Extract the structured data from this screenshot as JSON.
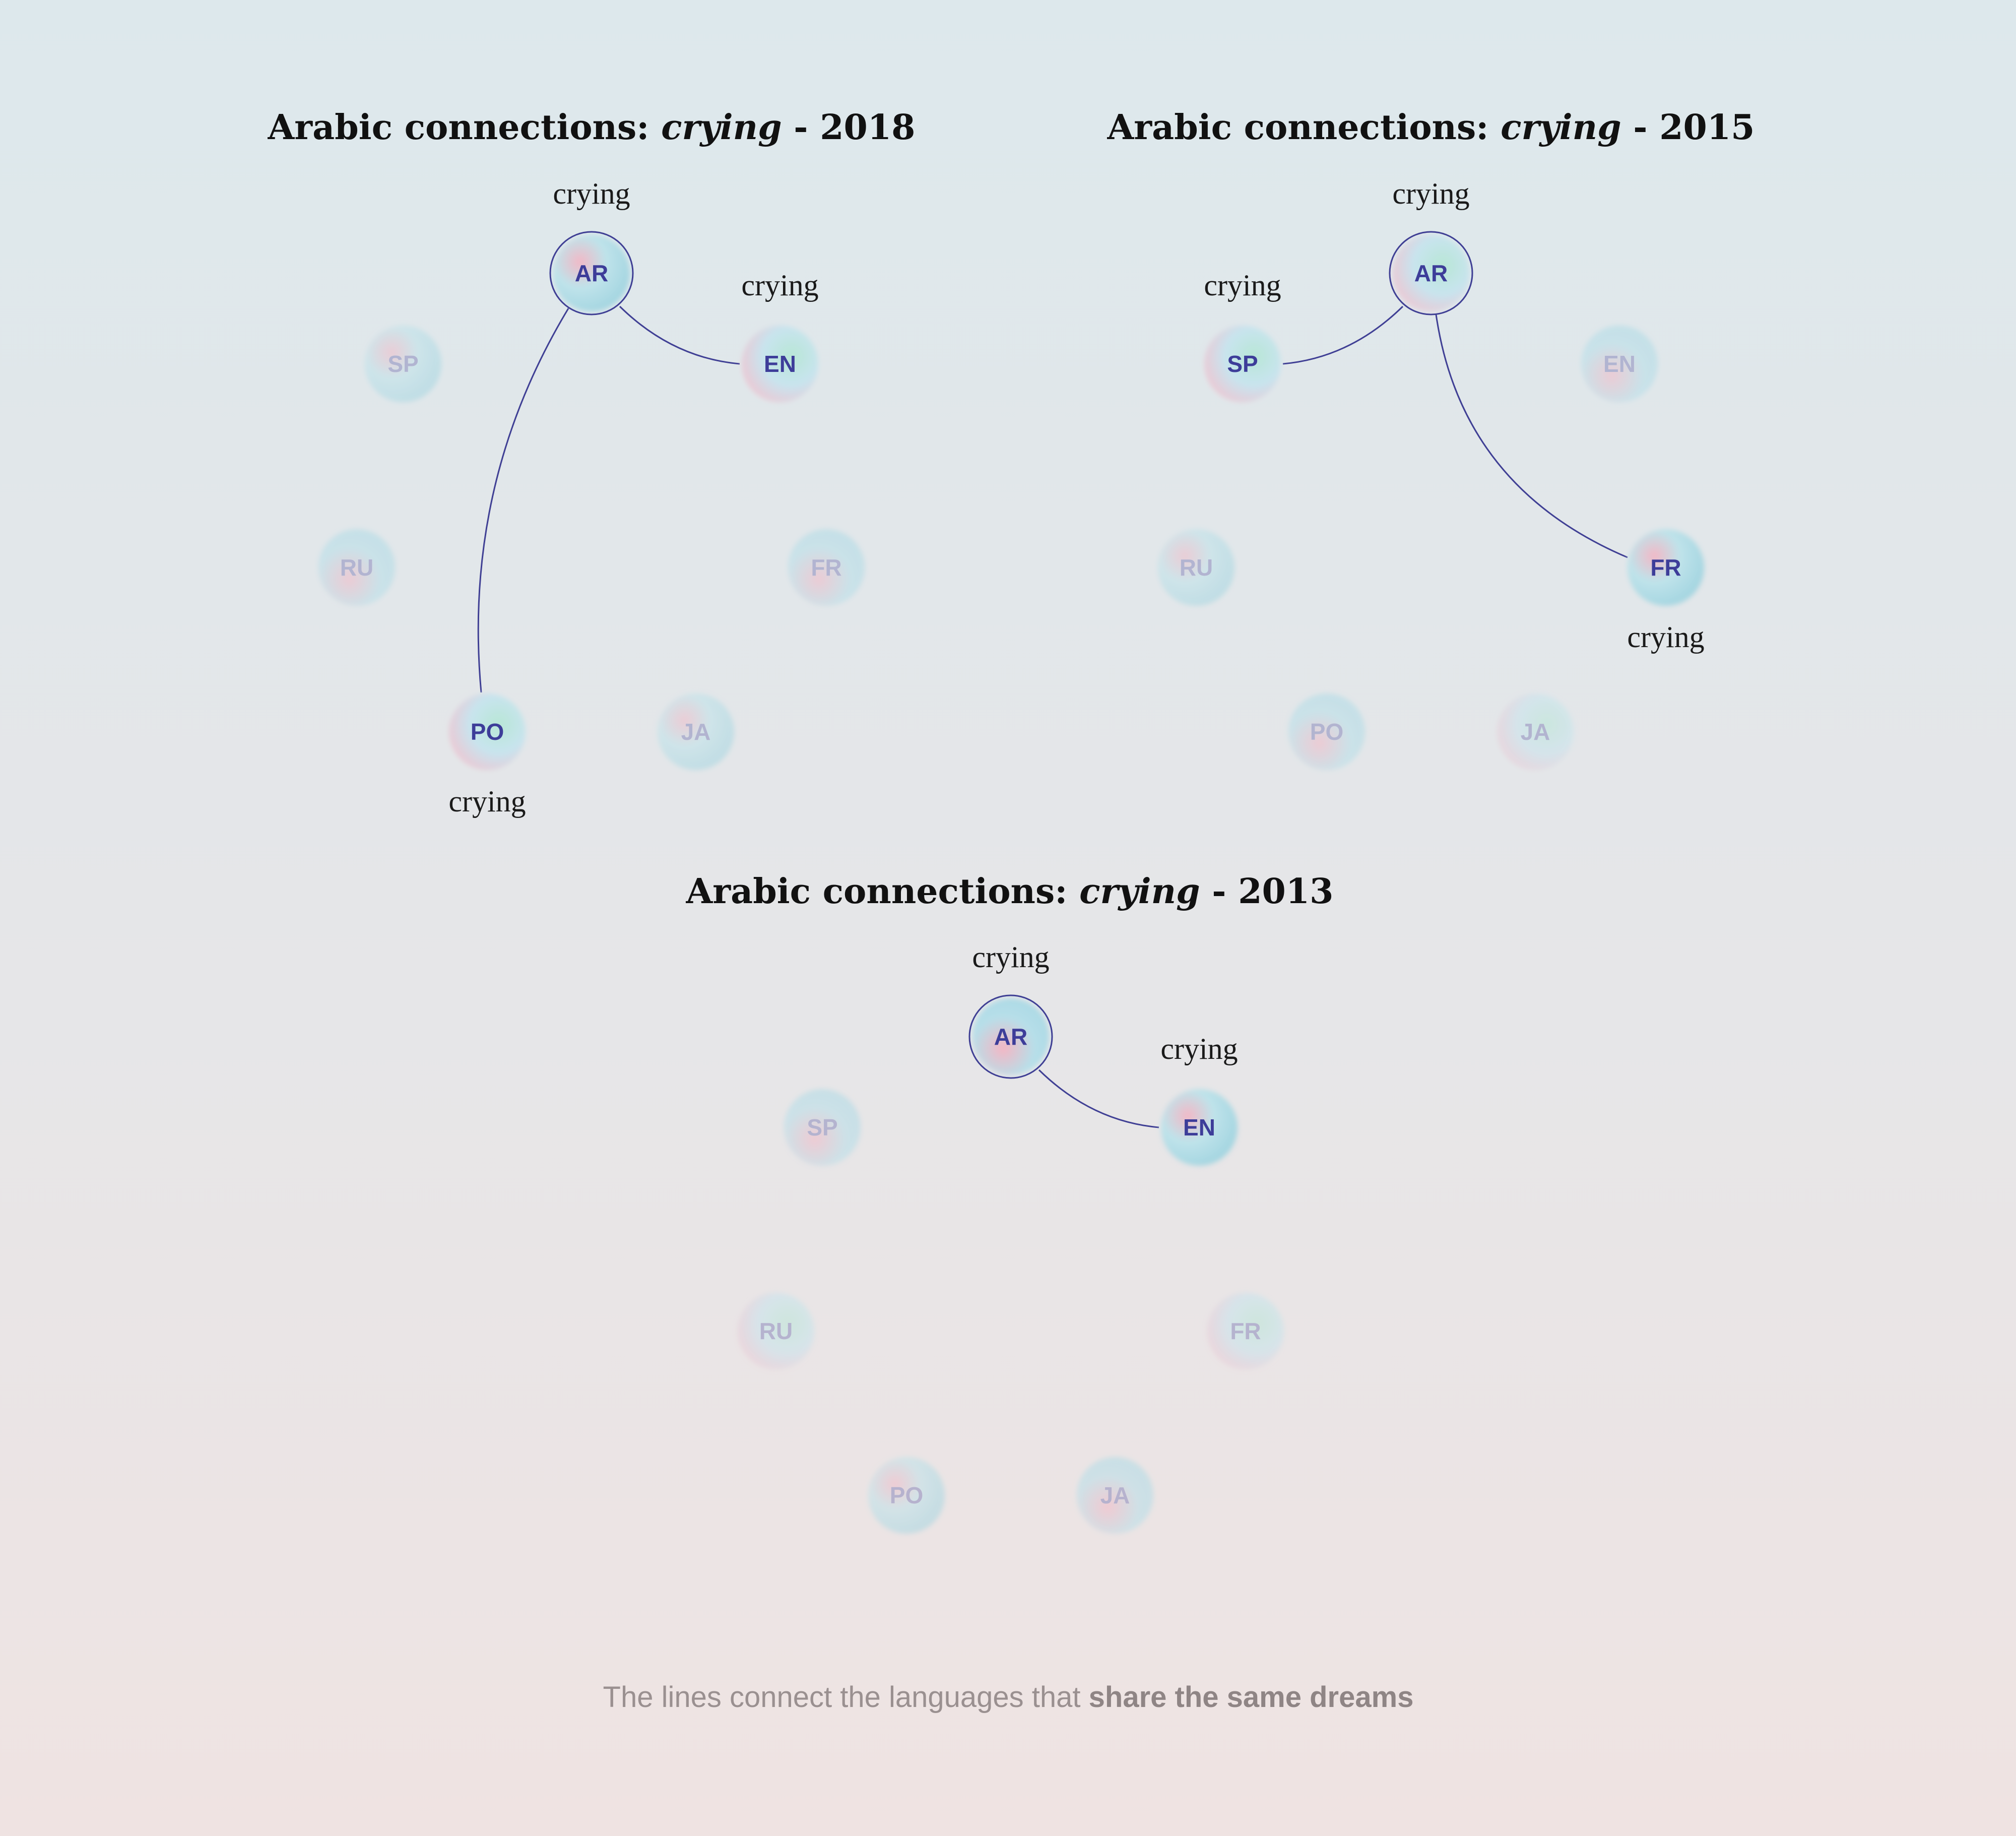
{
  "caption": {
    "text": "The lines connect the languages that ",
    "emphasis": "share the same dreams"
  },
  "colors": {
    "line": "#3f3f94",
    "active_label": "#3d3d99",
    "inactive_label": "#8b8bbd",
    "title": "#111111"
  },
  "diagrams": [
    {
      "title_prefix": "Arabic connections: ",
      "title_word": "crying",
      "title_suffix": " - 2018",
      "source": "AR",
      "source_word": "crying",
      "nodes": [
        "AR",
        "EN",
        "FR",
        "JA",
        "PO",
        "RU",
        "SP"
      ],
      "connections": [
        {
          "to": "EN",
          "word": "crying"
        },
        {
          "to": "PO",
          "word": "crying"
        }
      ]
    },
    {
      "title_prefix": "Arabic connections: ",
      "title_word": "crying",
      "title_suffix": " - 2015",
      "source": "AR",
      "source_word": "crying",
      "nodes": [
        "AR",
        "EN",
        "FR",
        "JA",
        "PO",
        "RU",
        "SP"
      ],
      "connections": [
        {
          "to": "SP",
          "word": "crying"
        },
        {
          "to": "FR",
          "word": "crying"
        }
      ]
    },
    {
      "title_prefix": "Arabic connections: ",
      "title_word": "crying",
      "title_suffix": " - 2013",
      "source": "AR",
      "source_word": "crying",
      "nodes": [
        "AR",
        "EN",
        "FR",
        "JA",
        "PO",
        "RU",
        "SP"
      ],
      "connections": [
        {
          "to": "EN",
          "word": "crying"
        }
      ]
    }
  ]
}
